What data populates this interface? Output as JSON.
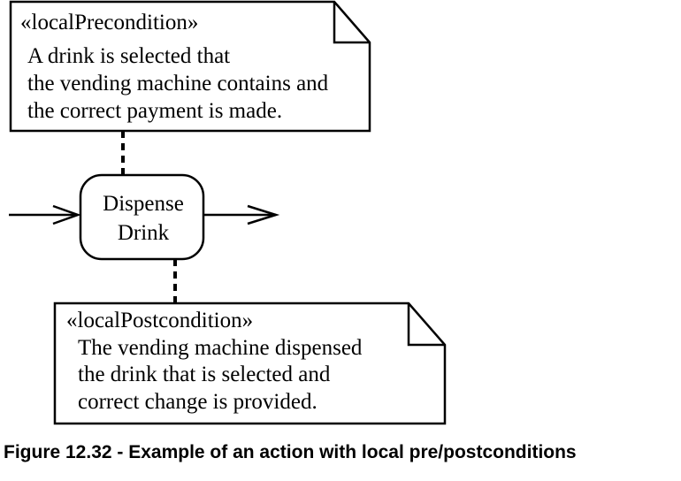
{
  "precondition_note": {
    "stereotype": "«localPrecondition»",
    "lines": [
      "A drink is selected that",
      "the vending machine contains and",
      "the correct payment is made."
    ]
  },
  "action": {
    "lines": [
      "Dispense",
      "Drink"
    ]
  },
  "postcondition_note": {
    "stereotype": "«localPostcondition»",
    "lines": [
      "The vending machine dispensed",
      "the drink that is selected and",
      "correct change is provided."
    ]
  },
  "caption": "Figure 12.32 - Example of an action with local pre/postconditions"
}
